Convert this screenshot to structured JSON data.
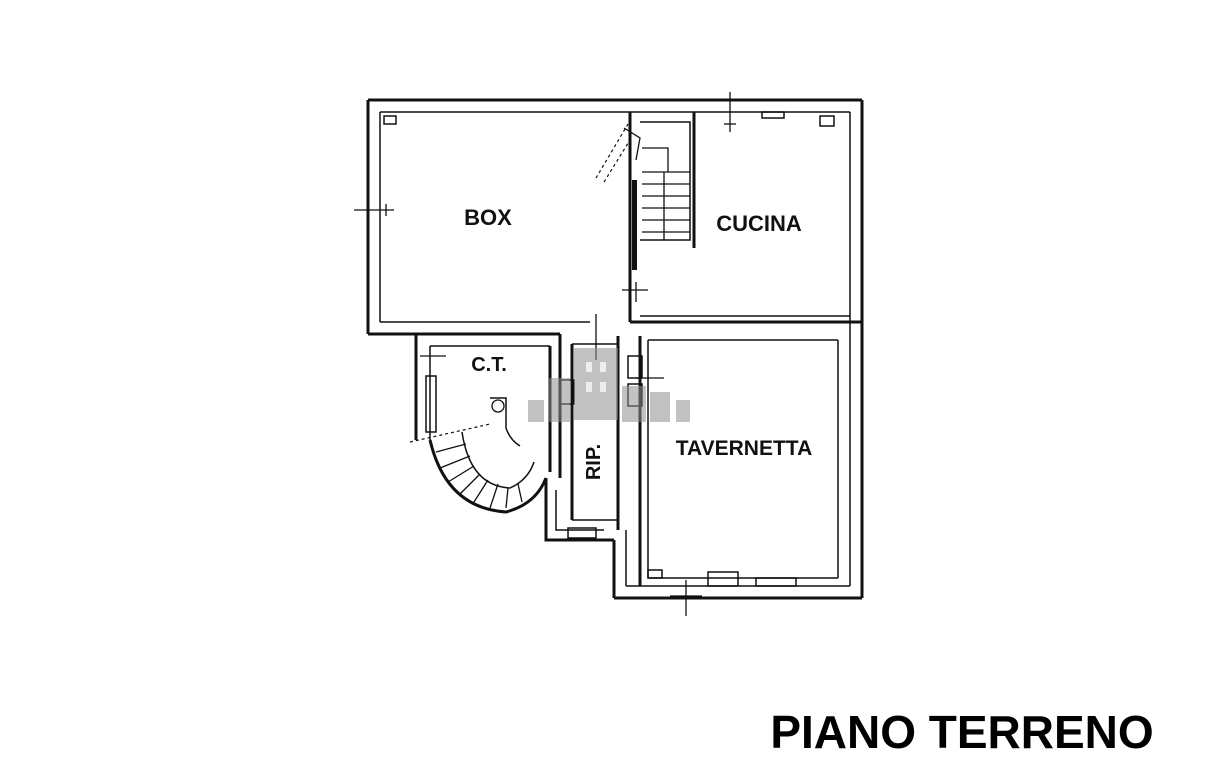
{
  "floor_plan": {
    "title": "PIANO TERRENO",
    "rooms": {
      "box": "BOX",
      "cucina": "CUCINA",
      "ct": "C.T.",
      "ripostiglio": "RIP.",
      "tavernetta": "TAVERNETTA"
    }
  },
  "colors": {
    "ink": "#111111",
    "background": "#ffffff",
    "watermark": "#8f8f8f"
  },
  "icons": [
    "stair-icon",
    "spiral-stair-icon",
    "door-marker-icon",
    "watermark-building-icon"
  ]
}
